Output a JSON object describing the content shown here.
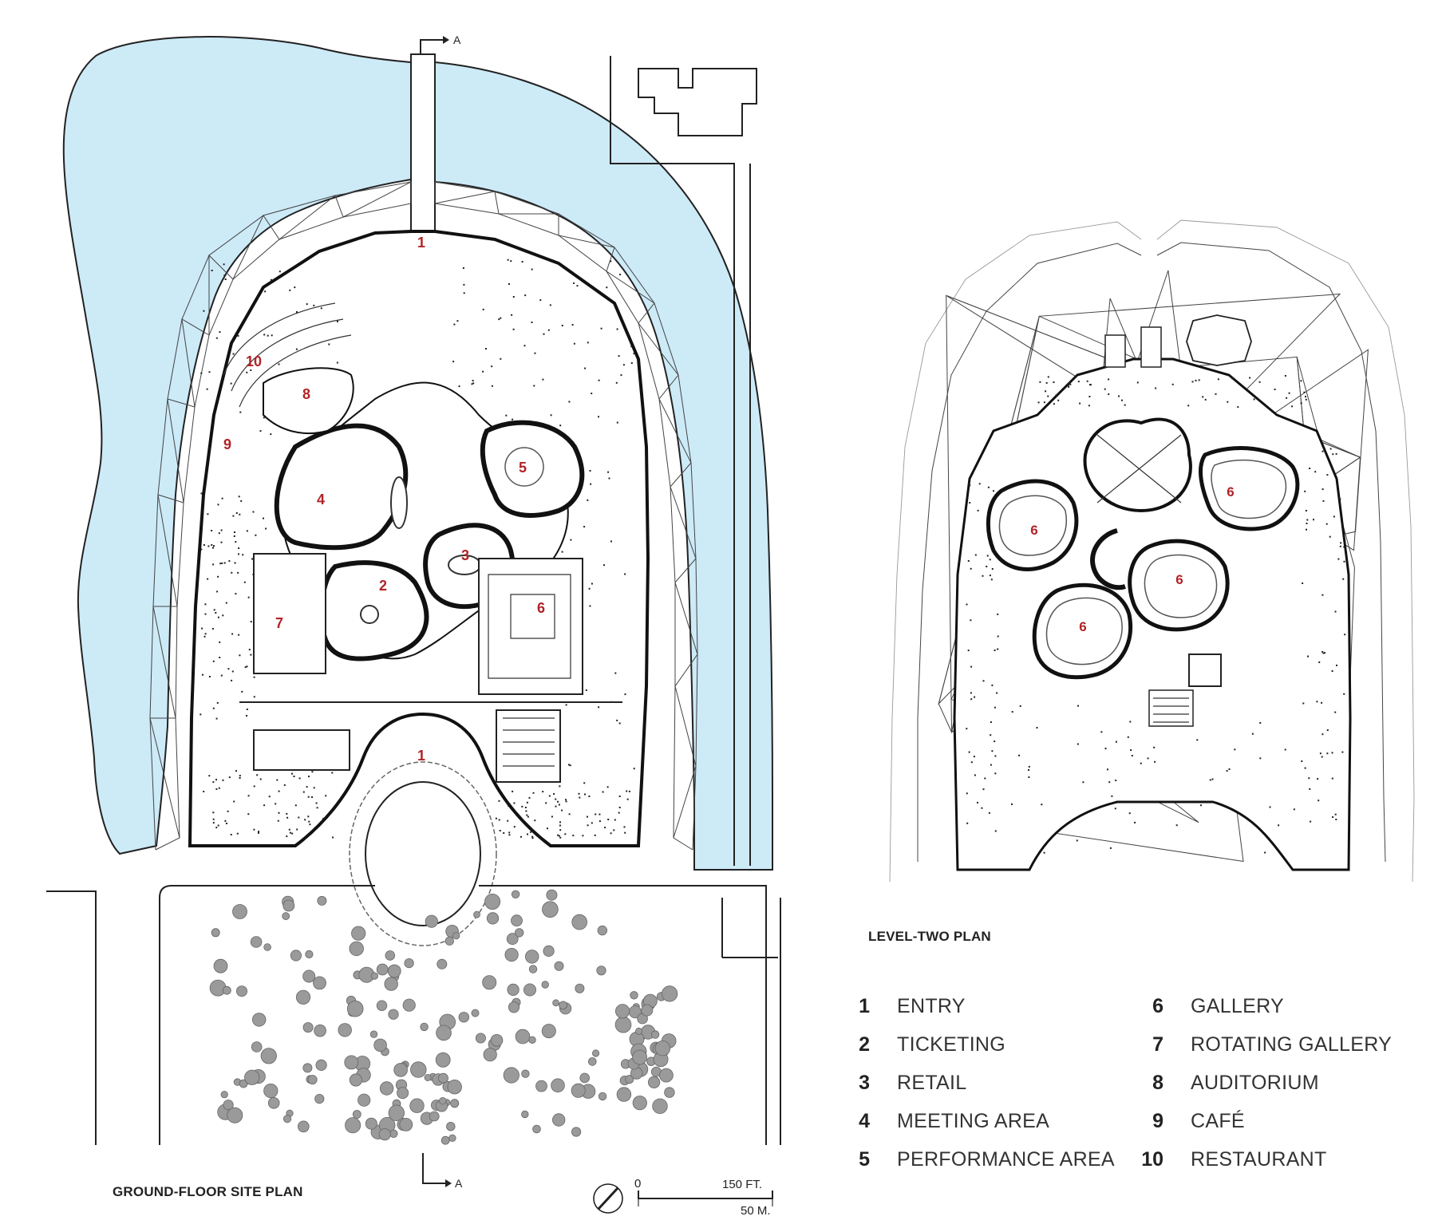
{
  "plan_titles": {
    "ground": "GROUND-FLOOR SITE PLAN",
    "level_two": "LEVEL-TWO PLAN"
  },
  "section_marks": {
    "top": "A",
    "bottom": "A"
  },
  "scale_bar": {
    "zero": "0",
    "feet": "150 FT.",
    "meters": "50 M."
  },
  "ground_floor_labels": [
    "1",
    "1",
    "2",
    "3",
    "4",
    "5",
    "6",
    "7",
    "8",
    "9",
    "10"
  ],
  "level_two_labels": [
    "6",
    "6",
    "6",
    "6"
  ],
  "legend": [
    {
      "num": "1",
      "label": "ENTRY"
    },
    {
      "num": "2",
      "label": "TICKETING"
    },
    {
      "num": "3",
      "label": "RETAIL"
    },
    {
      "num": "4",
      "label": "MEETING AREA"
    },
    {
      "num": "5",
      "label": "PERFORMANCE AREA"
    },
    {
      "num": "6",
      "label": "GALLERY"
    },
    {
      "num": "7",
      "label": "ROTATING GALLERY"
    },
    {
      "num": "8",
      "label": "AUDITORIUM"
    },
    {
      "num": "9",
      "label": "CAFÉ"
    },
    {
      "num": "10",
      "label": "RESTAURANT"
    }
  ],
  "colors": {
    "water": "#cdeaf7",
    "label_red": "#b22327",
    "vegetation": "#9a9a9a"
  }
}
